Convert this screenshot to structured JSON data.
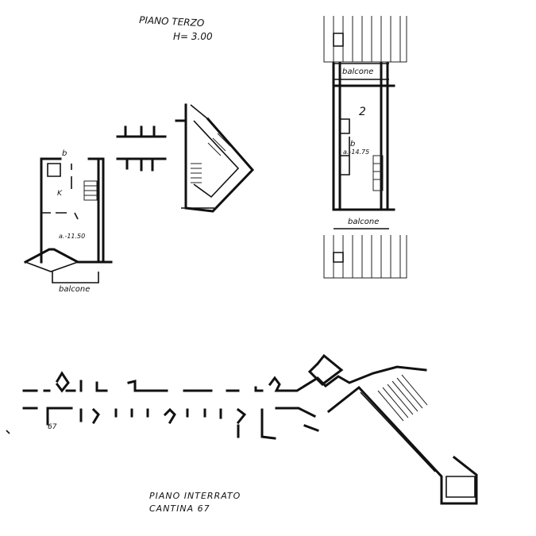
{
  "headings": {
    "upper_floor": "PIANO TERZO",
    "height": "H= 3.00",
    "basement_floor": "PIANO INTERRATO",
    "cellar": "CANTINA 67"
  },
  "left_unit": {
    "room_b": "b",
    "room_k": "K",
    "area": "a.-11.50",
    "balcony": "balcone"
  },
  "right_unit": {
    "number": "2",
    "room_b": "b",
    "area": "a.-14.75",
    "balcony_top": "balcone",
    "balcony_bottom": "balcone"
  },
  "basement": {
    "cellar_number": "67"
  },
  "colors": {
    "ink": "#111111",
    "paper": "#ffffff"
  }
}
